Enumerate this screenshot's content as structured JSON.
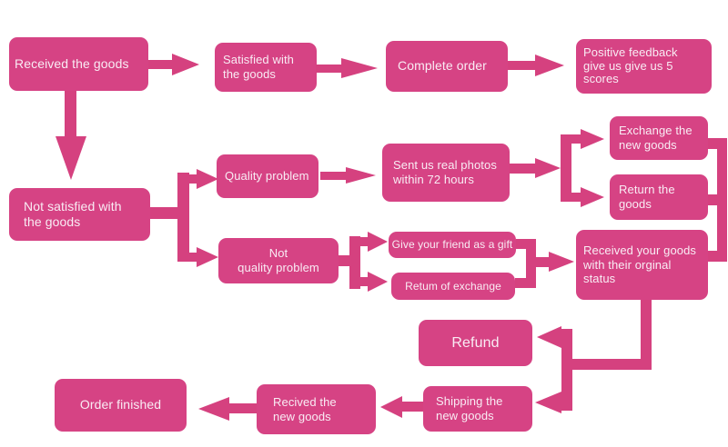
{
  "colors": {
    "node_fill": "#d64384",
    "arrow": "#d5417f",
    "text": "#f9ecf4",
    "background": "#ffffff"
  },
  "nodes": {
    "received_goods": {
      "label": "Received the goods"
    },
    "satisfied": {
      "label": "Satisfied with\nthe goods"
    },
    "complete_order": {
      "label": "Complete order"
    },
    "positive_feedback": {
      "label": "Positive feedback\ngive us give us 5\nscores"
    },
    "not_satisfied": {
      "label": "Not satisfied with\nthe goods"
    },
    "quality_problem": {
      "label": "Quality problem"
    },
    "sent_photos": {
      "label": "Sent us real photos\nwithin 72 hours"
    },
    "exchange_new_goods": {
      "label": "Exchange the\nnew goods"
    },
    "return_goods": {
      "label": "Return the\ngoods"
    },
    "not_quality_problem": {
      "label": "Not\nquality problem"
    },
    "gift": {
      "label": "Give your friend as a gift"
    },
    "return_of_exchange": {
      "label": "Retum of exchange"
    },
    "received_original_status": {
      "label": "Received your goods\nwith their orginal\nstatus"
    },
    "refund": {
      "label": "Refund"
    },
    "shipping_new_goods": {
      "label": "Shipping the\nnew goods"
    },
    "recived_new_goods": {
      "label": "Recived the\nnew goods"
    },
    "order_finished": {
      "label": "Order finished"
    }
  },
  "edges": [
    {
      "from": "received_goods",
      "to": "satisfied"
    },
    {
      "from": "satisfied",
      "to": "complete_order"
    },
    {
      "from": "complete_order",
      "to": "positive_feedback"
    },
    {
      "from": "received_goods",
      "to": "not_satisfied"
    },
    {
      "from": "not_satisfied",
      "to": "quality_problem"
    },
    {
      "from": "not_satisfied",
      "to": "not_quality_problem"
    },
    {
      "from": "quality_problem",
      "to": "sent_photos"
    },
    {
      "from": "sent_photos",
      "to": "exchange_new_goods"
    },
    {
      "from": "sent_photos",
      "to": "return_goods"
    },
    {
      "from": "not_quality_problem",
      "to": "gift"
    },
    {
      "from": "not_quality_problem",
      "to": "return_of_exchange"
    },
    {
      "from": "gift",
      "to": "received_original_status"
    },
    {
      "from": "return_of_exchange",
      "to": "received_original_status"
    },
    {
      "from": "exchange_new_goods",
      "to": "received_original_status"
    },
    {
      "from": "return_goods",
      "to": "received_original_status"
    },
    {
      "from": "received_original_status",
      "to": "refund"
    },
    {
      "from": "received_original_status",
      "to": "shipping_new_goods"
    },
    {
      "from": "shipping_new_goods",
      "to": "recived_new_goods"
    },
    {
      "from": "recived_new_goods",
      "to": "order_finished"
    }
  ]
}
